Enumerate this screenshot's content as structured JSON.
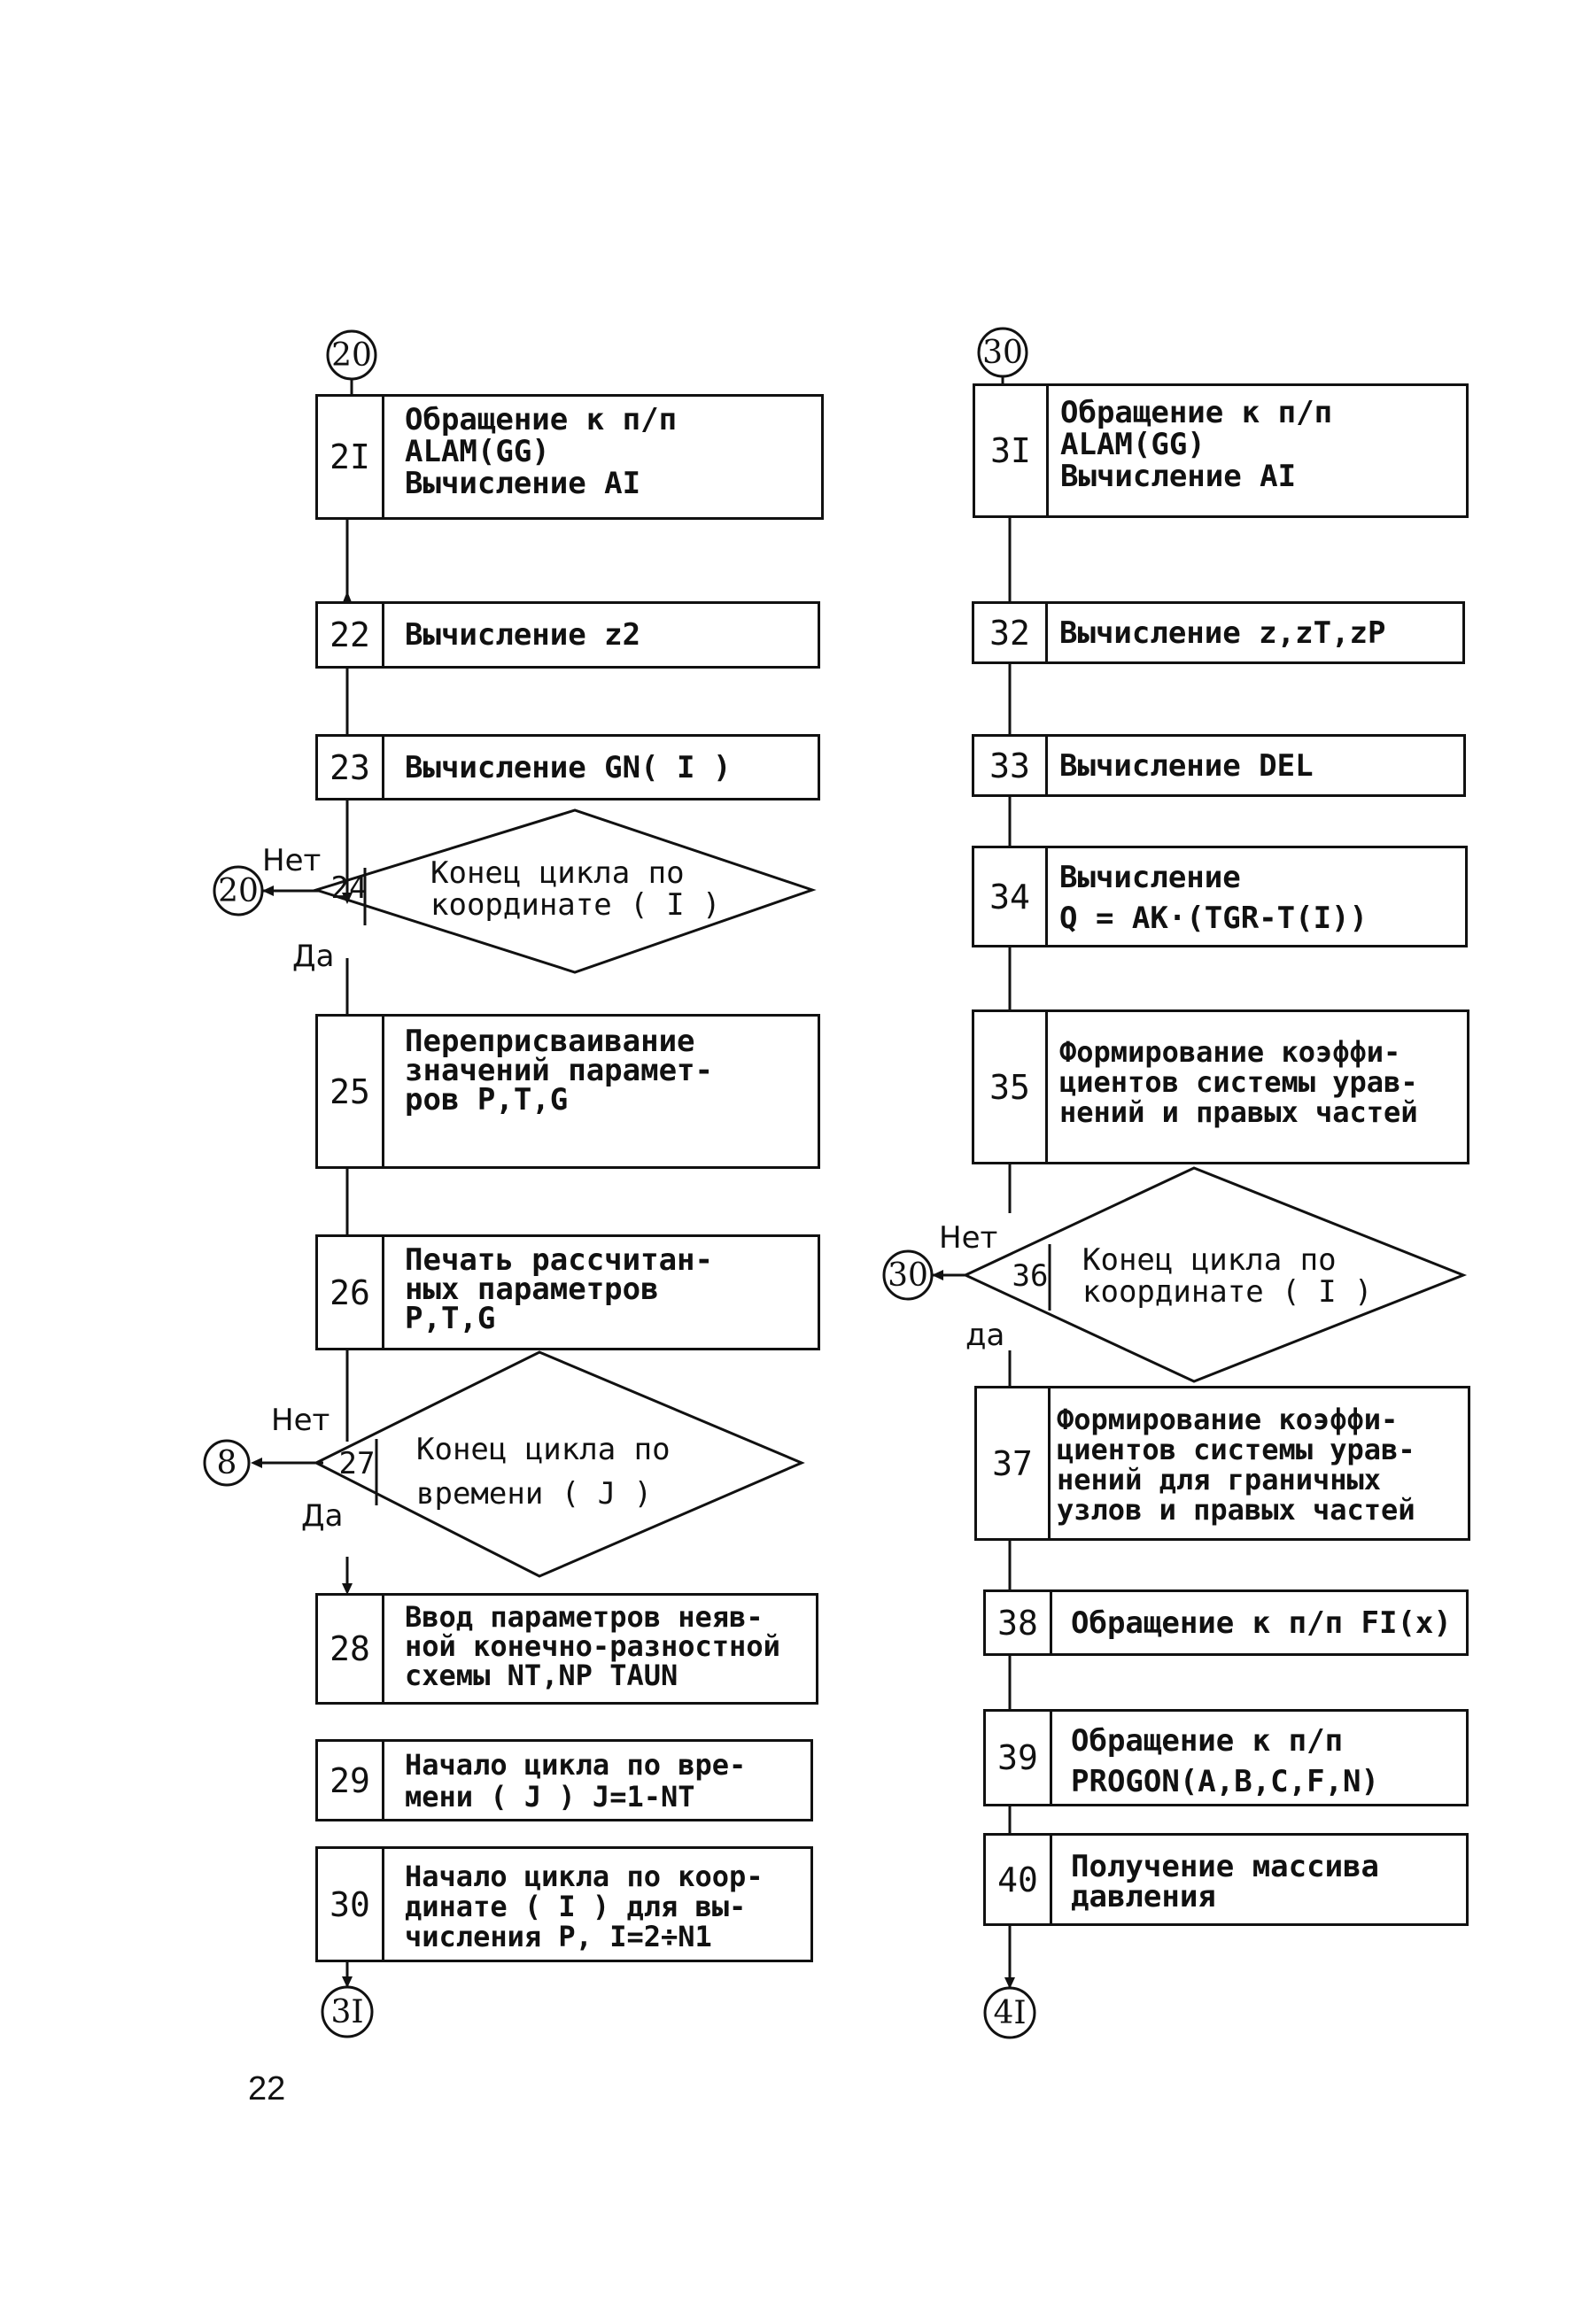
{
  "page_number": "22",
  "connectors": {
    "c20_top": "20",
    "c30_top": "30",
    "c20_loop": "20",
    "c8": "8",
    "c30_loop": "30",
    "c31": "3I",
    "c41": "4I"
  },
  "labels": {
    "no": "Нет",
    "yes": "Да",
    "yes_lower": "да"
  },
  "blocks": {
    "b21": {
      "num": "2I",
      "text": "Обращение к п/п\nALAM(GG)\nВычисление AI"
    },
    "b22": {
      "num": "22",
      "text": "Вычисление z2"
    },
    "b23": {
      "num": "23",
      "text": "Вычисление GN( I )"
    },
    "d24": {
      "num": "24",
      "text": "Конец цикла по\nкоординате ( I )"
    },
    "b25": {
      "num": "25",
      "text": "Переприсваивание\nзначений парамет-\nров P,T,G"
    },
    "b26": {
      "num": "26",
      "text": "Печать рассчитан-\nных параметров\nP,T,G"
    },
    "d27": {
      "num": "27",
      "text": "Конец цикла по\nвремени ( J )"
    },
    "b28": {
      "num": "28",
      "text": "Ввод параметров неяв-\nной конечно-разностной\nсхемы NT,NP    TAUN"
    },
    "b29": {
      "num": "29",
      "text": "Начало цикла по вре-\nмени ( J ) J=1-NT"
    },
    "b30": {
      "num": "30",
      "text": "Начало цикла по коор-\nдинате ( I ) для вы-\nчисления P, I=2÷N1"
    },
    "b31": {
      "num": "3I",
      "text": "Обращение к п/п\nALAM(GG)\nВычисление AI"
    },
    "b32": {
      "num": "32",
      "text": "Вычисление z,zT,zP"
    },
    "b33": {
      "num": "33",
      "text": "Вычисление DEL"
    },
    "b34": {
      "num": "34",
      "text": "Вычисление\nQ = AK·(TGR-T(I))"
    },
    "b35": {
      "num": "35",
      "text": "Формирование коэффи-\nциентов системы урав-\nнений и правых частей"
    },
    "d36": {
      "num": "36",
      "text": "Конец цикла по\nкоординате ( I )"
    },
    "b37": {
      "num": "37",
      "text": "Формирование коэффи-\nциентов системы урав-\nнений для граничных\nузлов и правых частей"
    },
    "b38": {
      "num": "38",
      "text": "Обращение к п/п FI(x)"
    },
    "b39": {
      "num": "39",
      "text": "Обращение к п/п\nPROGON(A,B,C,F,N)"
    },
    "b40": {
      "num": "40",
      "text": "Получение массива\nдавления"
    }
  }
}
